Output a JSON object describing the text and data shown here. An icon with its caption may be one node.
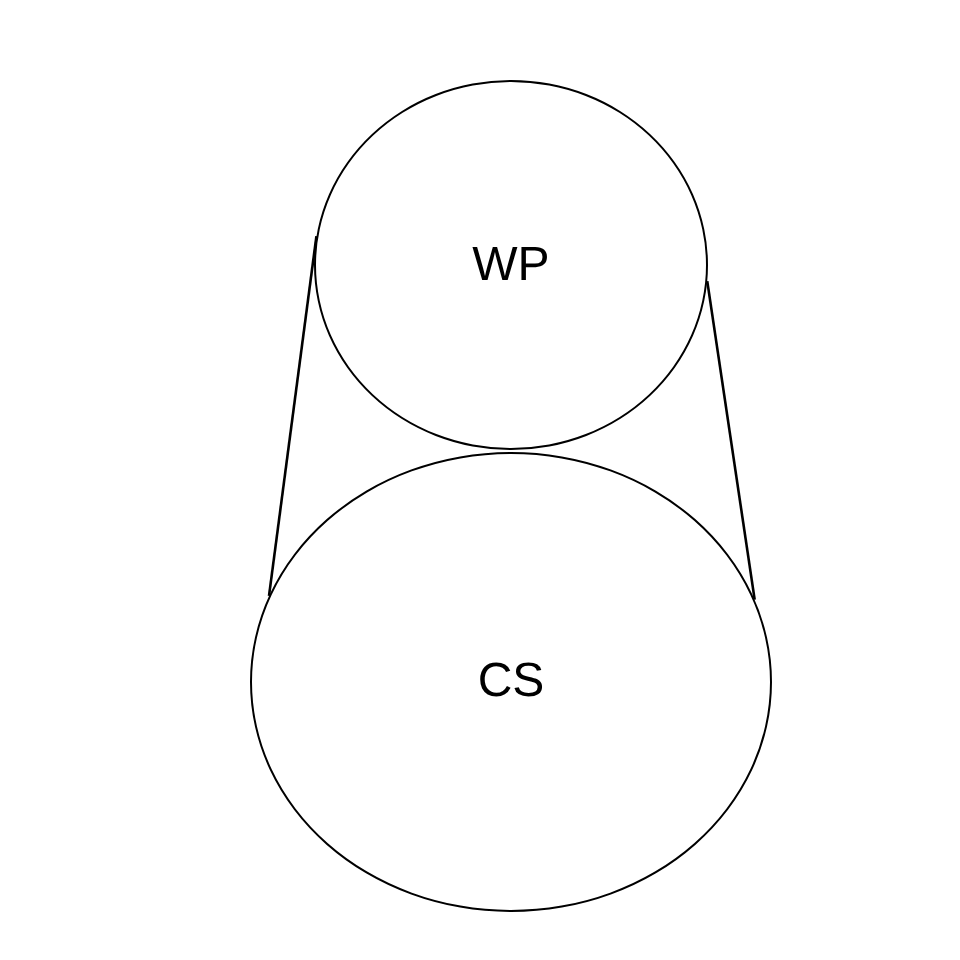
{
  "diagram": {
    "nodes": [
      {
        "text": [
          "WP"
        ]
      },
      {
        "text": [
          "CS"
        ]
      }
    ],
    "edges": [
      {
        "from": 0,
        "to": 1,
        "arrow": "none"
      },
      {
        "from": 0,
        "to": 1,
        "arrow": "none"
      }
    ]
  }
}
